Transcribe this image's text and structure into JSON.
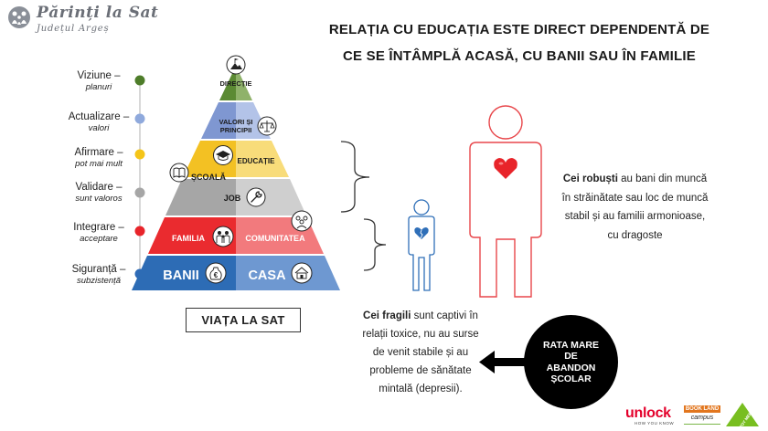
{
  "brand": {
    "title": "Părinți la Sat",
    "subtitle": "Județul Argeș"
  },
  "headline": {
    "line1": "RELAȚIA CU EDUCAȚIA ESTE DIRECT DEPENDENTĂ DE",
    "line2": "CE SE ÎNTÂMPLĂ ACASĂ, CU BANII SAU ÎN FAMILIE"
  },
  "stages": [
    {
      "title": "Viziune –",
      "subtitle": "planuri",
      "color": "#4e7d2a"
    },
    {
      "title": "Actualizare –",
      "subtitle": "valori",
      "color": "#8fa9dc"
    },
    {
      "title": "Afirmare –",
      "subtitle": "pot mai mult",
      "color": "#f5c518"
    },
    {
      "title": "Validare –",
      "subtitle": "sunt valoros",
      "color": "#a6a6a6"
    },
    {
      "title": "Integrare –",
      "subtitle": "acceptare",
      "color": "#e8242a"
    },
    {
      "title": "Siguranță –",
      "subtitle": "subzistență",
      "color": "#2e6bb7"
    }
  ],
  "pyramid": {
    "tier1": {
      "label": "DIRECȚIE",
      "color_left": "#5b8a33",
      "color_right": "#8fb26a",
      "icon": "flag-mountain-icon"
    },
    "tier2": {
      "label_line1": "VALORI ȘI",
      "label_line2": "PRINCIPII",
      "color_left": "#7f97d1",
      "color_right": "#b3c3e8",
      "icon": "scales-icon"
    },
    "tier3": {
      "label_left": "ȘCOALĂ",
      "label_right": "EDUCAȚIE",
      "color_left": "#f3c123",
      "color_right": "#f8dc7a",
      "icon_left": "book-icon",
      "icon_right": "graduation-cap-icon"
    },
    "tier4": {
      "label": "JOB",
      "color_left": "#a6a6a6",
      "color_right": "#cfcfcf",
      "icon": "wrench-icon"
    },
    "tier5": {
      "label_left": "FAMILIA",
      "label_right": "COMUNITATEA",
      "color_left": "#ea2b2f",
      "color_right": "#f27a7d",
      "icon_left": "family-icon",
      "icon_right": "people-group-icon"
    },
    "tier6": {
      "label_left": "BANII",
      "label_right": "CASA",
      "color_left": "#2d6cb5",
      "color_right": "#6e98d1",
      "icon_left": "money-bag-icon",
      "icon_right": "house-icon"
    }
  },
  "village_label": "VIAȚA LA SAT",
  "robust_text": {
    "lead": "Cei robuști",
    "rest": "au bani din muncă în străinătate sau loc de muncă stabil și au familii armonioase, cu dragoste"
  },
  "fragile_text": {
    "lead": "Cei fragili",
    "rest": "sunt captivi în relații toxice, nu au surse de venit stabile și au probleme de sănătate mintală (depresii)."
  },
  "circle_text": "RATA MARE\nDE\nABANDON\nȘCOLAR",
  "logos": {
    "unlock": "unlock",
    "unlock_tagline": "HOW YOU KNOW",
    "bookland_top": "BOOK LAND",
    "bookland_bottom": "campus",
    "leroy": "LEROY MERLIN"
  },
  "colors": {
    "big_figure_stroke": "#e8474b",
    "small_figure_stroke": "#2f6fb8",
    "heart": "#e8242a",
    "heart_blue": "#2f6fb8"
  }
}
